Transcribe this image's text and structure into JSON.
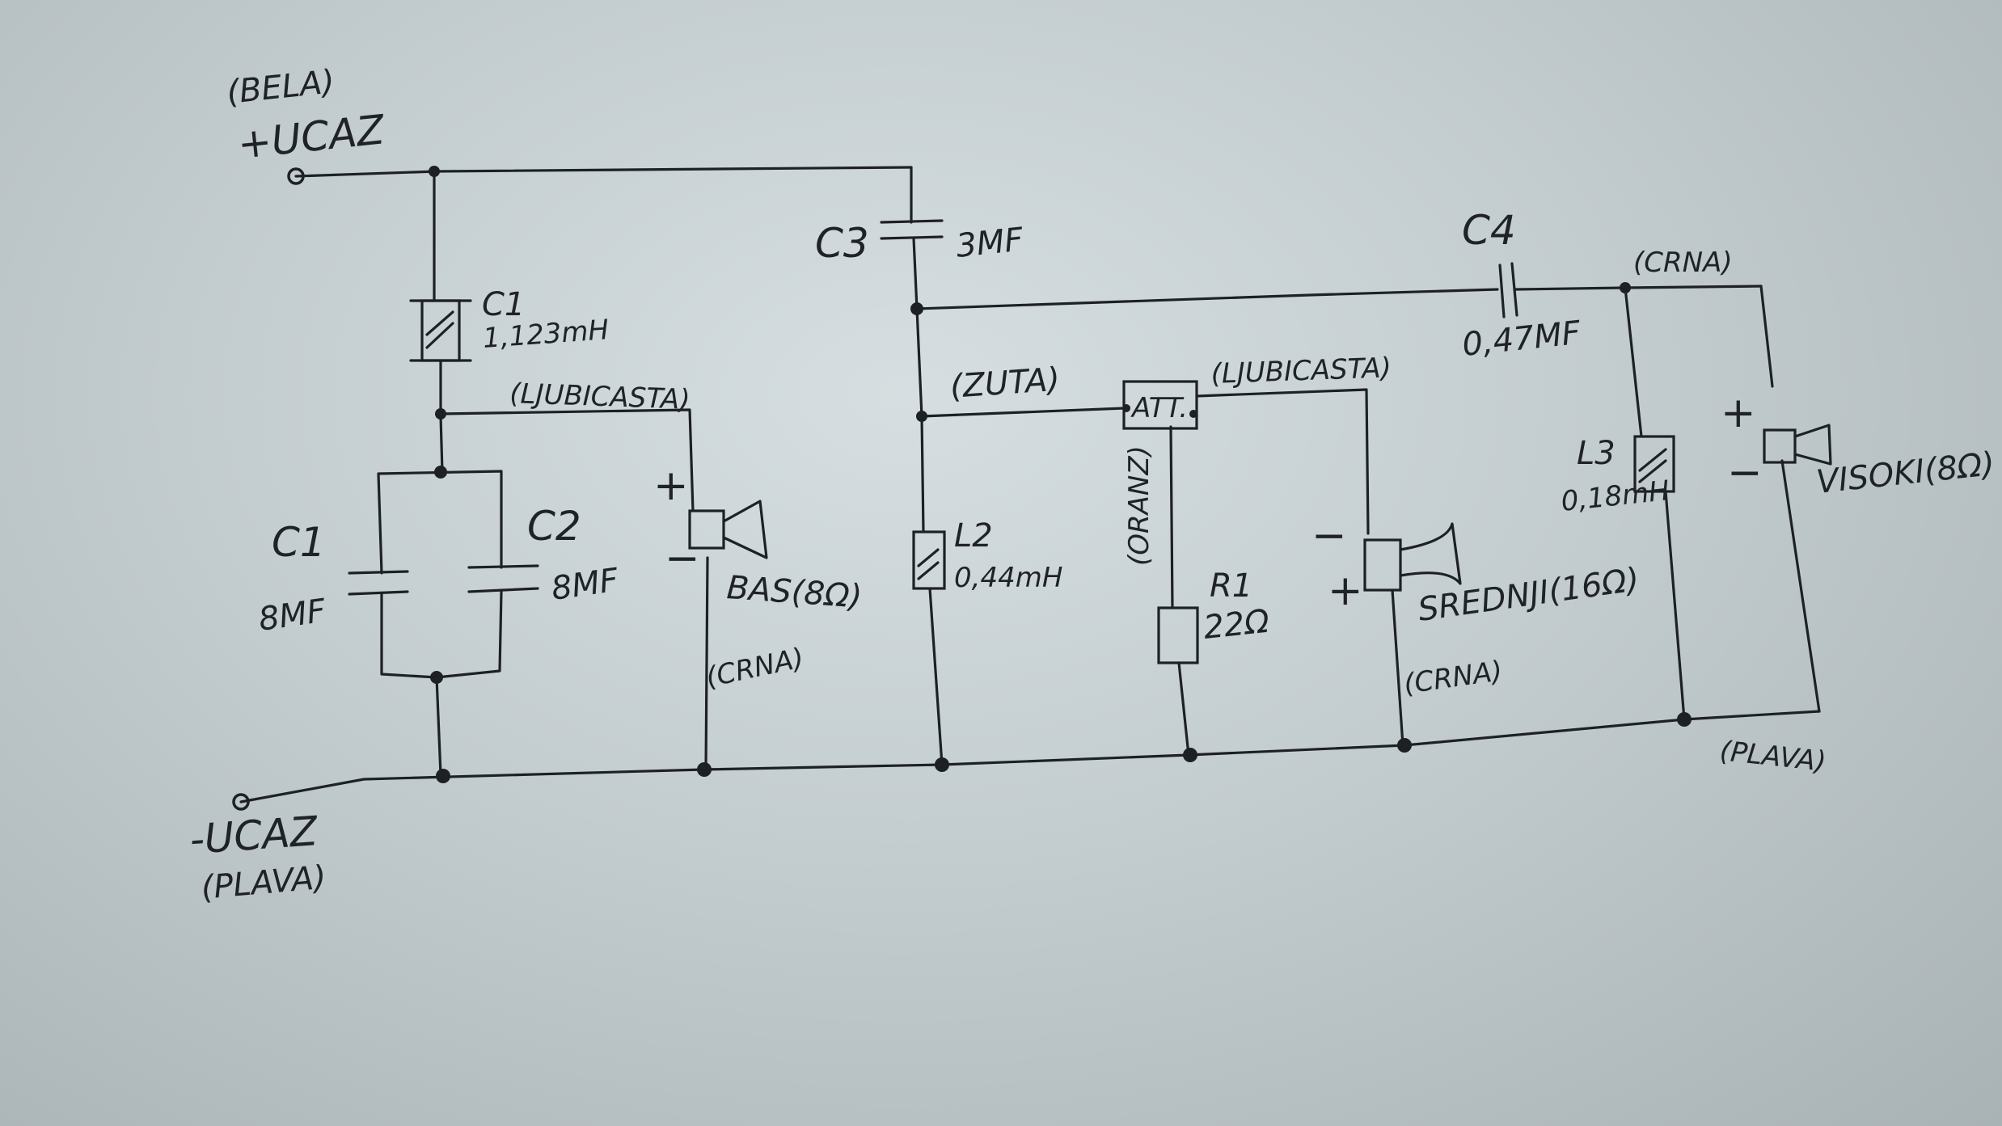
{
  "labels": {
    "pos_color": "(BELA)",
    "pos_terminal": "+UCAZ",
    "neg_terminal": "-UCAZ",
    "neg_color": "(PLAVA)",
    "c1_top_name": "C1",
    "c1_top_value": "1,123mH",
    "c1_name": "C1",
    "c1_value": "8MF",
    "c2_name": "C2",
    "c2_value": "8MF",
    "bass_color_top": "(LJUBICASTA)",
    "bass_label": "BAS(8Ω)",
    "bass_color_bottom": "(CRNA)",
    "c3_name": "C3",
    "c3_value": "3MF",
    "l2_name": "L2",
    "l2_value": "0,44mH",
    "mid_wire_color": "(ZUTA)",
    "att_label": "ATT.",
    "att_out_color": "(LJUBICASTA)",
    "att_side_color": "(ORANZ)",
    "r1_name": "R1",
    "r1_value": "22Ω",
    "mid_label": "SREDNJI(16Ω)",
    "mid_color_bottom": "(CRNA)",
    "c4_name": "C4",
    "c4_value": "0,47MF",
    "tweet_color_top": "(CRNA)",
    "l3_name": "L3",
    "l3_value": "0,18mH",
    "tweet_label": "VISOKI(8Ω)",
    "tweet_color_bottom": "(PLAVA)",
    "plus": "+",
    "minus": "−"
  },
  "colors": {
    "ink": "#1d2124",
    "paper": "#c8d1d4"
  }
}
